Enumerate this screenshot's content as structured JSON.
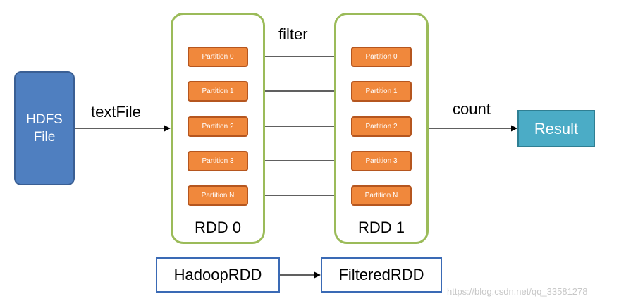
{
  "source": {
    "line1": "HDFS",
    "line2": "File"
  },
  "operations": {
    "text_file": "textFile",
    "filter": "filter",
    "count": "count"
  },
  "rdd0": {
    "label": "RDD 0",
    "partitions": [
      "Partition 0",
      "Partition 1",
      "Partition 2",
      "Partition 3",
      "Partition N"
    ]
  },
  "rdd1": {
    "label": "RDD 1",
    "partitions": [
      "Partition 0",
      "Partition 1",
      "Partition 2",
      "Partition 3",
      "Partition N"
    ]
  },
  "result": {
    "label": "Result"
  },
  "classes": {
    "hadoop_rdd": "HadoopRDD",
    "filtered_rdd": "FilteredRDD"
  },
  "watermark": "https://blog.csdn.net/qq_33581278",
  "colors": {
    "hdfs_fill": "#4f7fc0",
    "rdd_border": "#9bbb59",
    "partition_fill": "#f0883c",
    "result_fill": "#4bacc6",
    "class_border": "#3a6ab5"
  }
}
